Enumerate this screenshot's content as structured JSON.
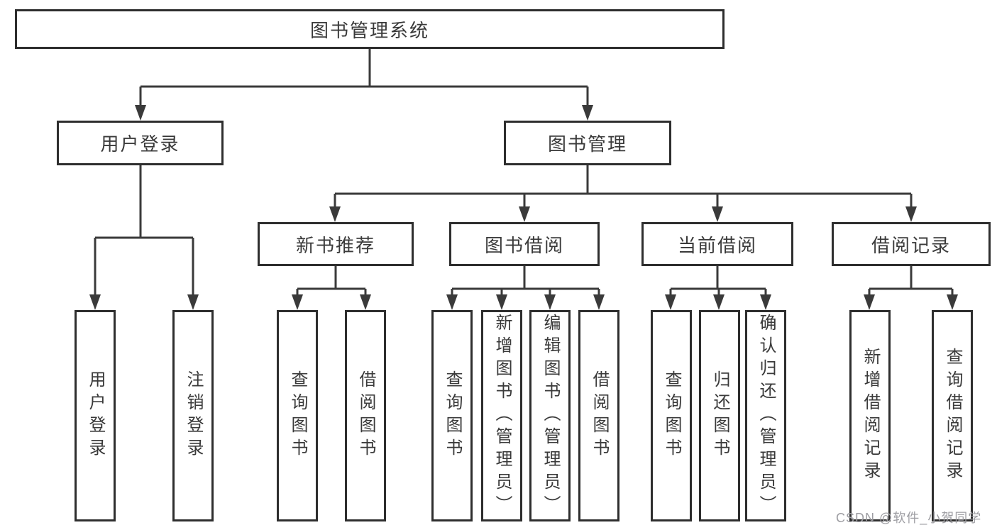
{
  "tree": {
    "root": {
      "label": "图书管理系统"
    },
    "branches": [
      {
        "label": "用户登录",
        "children": [
          {
            "label": "用户登录"
          },
          {
            "label": "注销登录"
          }
        ]
      },
      {
        "label": "图书管理",
        "children": [
          {
            "label": "新书推荐",
            "children": [
              {
                "label": "查询图书"
              },
              {
                "label": "借阅图书"
              }
            ]
          },
          {
            "label": "图书借阅",
            "children": [
              {
                "label": "查询图书"
              },
              {
                "label": "新增图书（管理员）"
              },
              {
                "label": "编辑图书（管理员）"
              },
              {
                "label": "借阅图书"
              }
            ]
          },
          {
            "label": "当前借阅",
            "children": [
              {
                "label": "查询图书"
              },
              {
                "label": "归还图书"
              },
              {
                "label": "确认归还（管理员）"
              }
            ]
          },
          {
            "label": "借阅记录",
            "children": [
              {
                "label": "新增借阅记录"
              },
              {
                "label": "查询借阅记录"
              }
            ]
          }
        ]
      }
    ]
  },
  "watermark": "CSDN @软件_小贺同学",
  "colors": {
    "line": "#3a3a3a",
    "border": "#2e2e2e",
    "text": "#3a3a3a",
    "watermark": "#9d9da2",
    "background": "#ffffff"
  }
}
